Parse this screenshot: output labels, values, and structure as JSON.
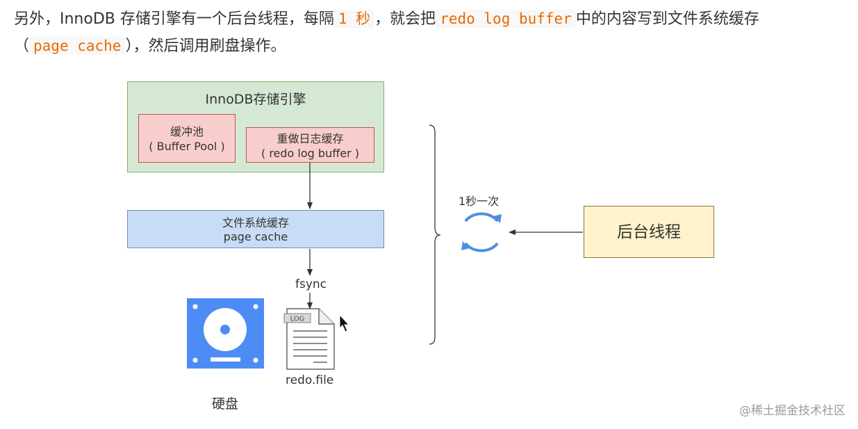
{
  "intro": {
    "t1": "另外，InnoDB 存储引擎有一个后台线程，每隔",
    "c1": "1 秒",
    "t2": "，就会把",
    "c2": "redo log buffer",
    "t3": "中的内容写到文件系统缓存",
    "t4": "（",
    "c3": "page cache",
    "t5": "），然后调用刷盘操作。"
  },
  "diagram": {
    "engine_title": "InnoDB存储引擎",
    "buffer_pool": {
      "line1": "缓冲池",
      "line2": "( Buffer Pool )"
    },
    "redo_log_buffer": {
      "line1": "重做日志缓存",
      "line2": "( redo log buffer )"
    },
    "page_cache": {
      "line1": "文件系统缓存",
      "line2": "page cache"
    },
    "fsync_label": "fsync",
    "disk_label": "硬盘",
    "file_tag": "LOG",
    "file_label": "redo.file",
    "interval_label": "1秒一次",
    "background_thread": "后台线程"
  },
  "watermark": "@稀土掘金技术社区",
  "colors": {
    "engine_fill": "#d5e8d4",
    "pink_fill": "#f8cecc",
    "page_cache_fill": "#c8dcf5",
    "thread_fill": "#fff2cc",
    "disk_blue": "#4d8cf5",
    "cycle_blue": "#4a90e2",
    "code_text": "#e96900"
  }
}
